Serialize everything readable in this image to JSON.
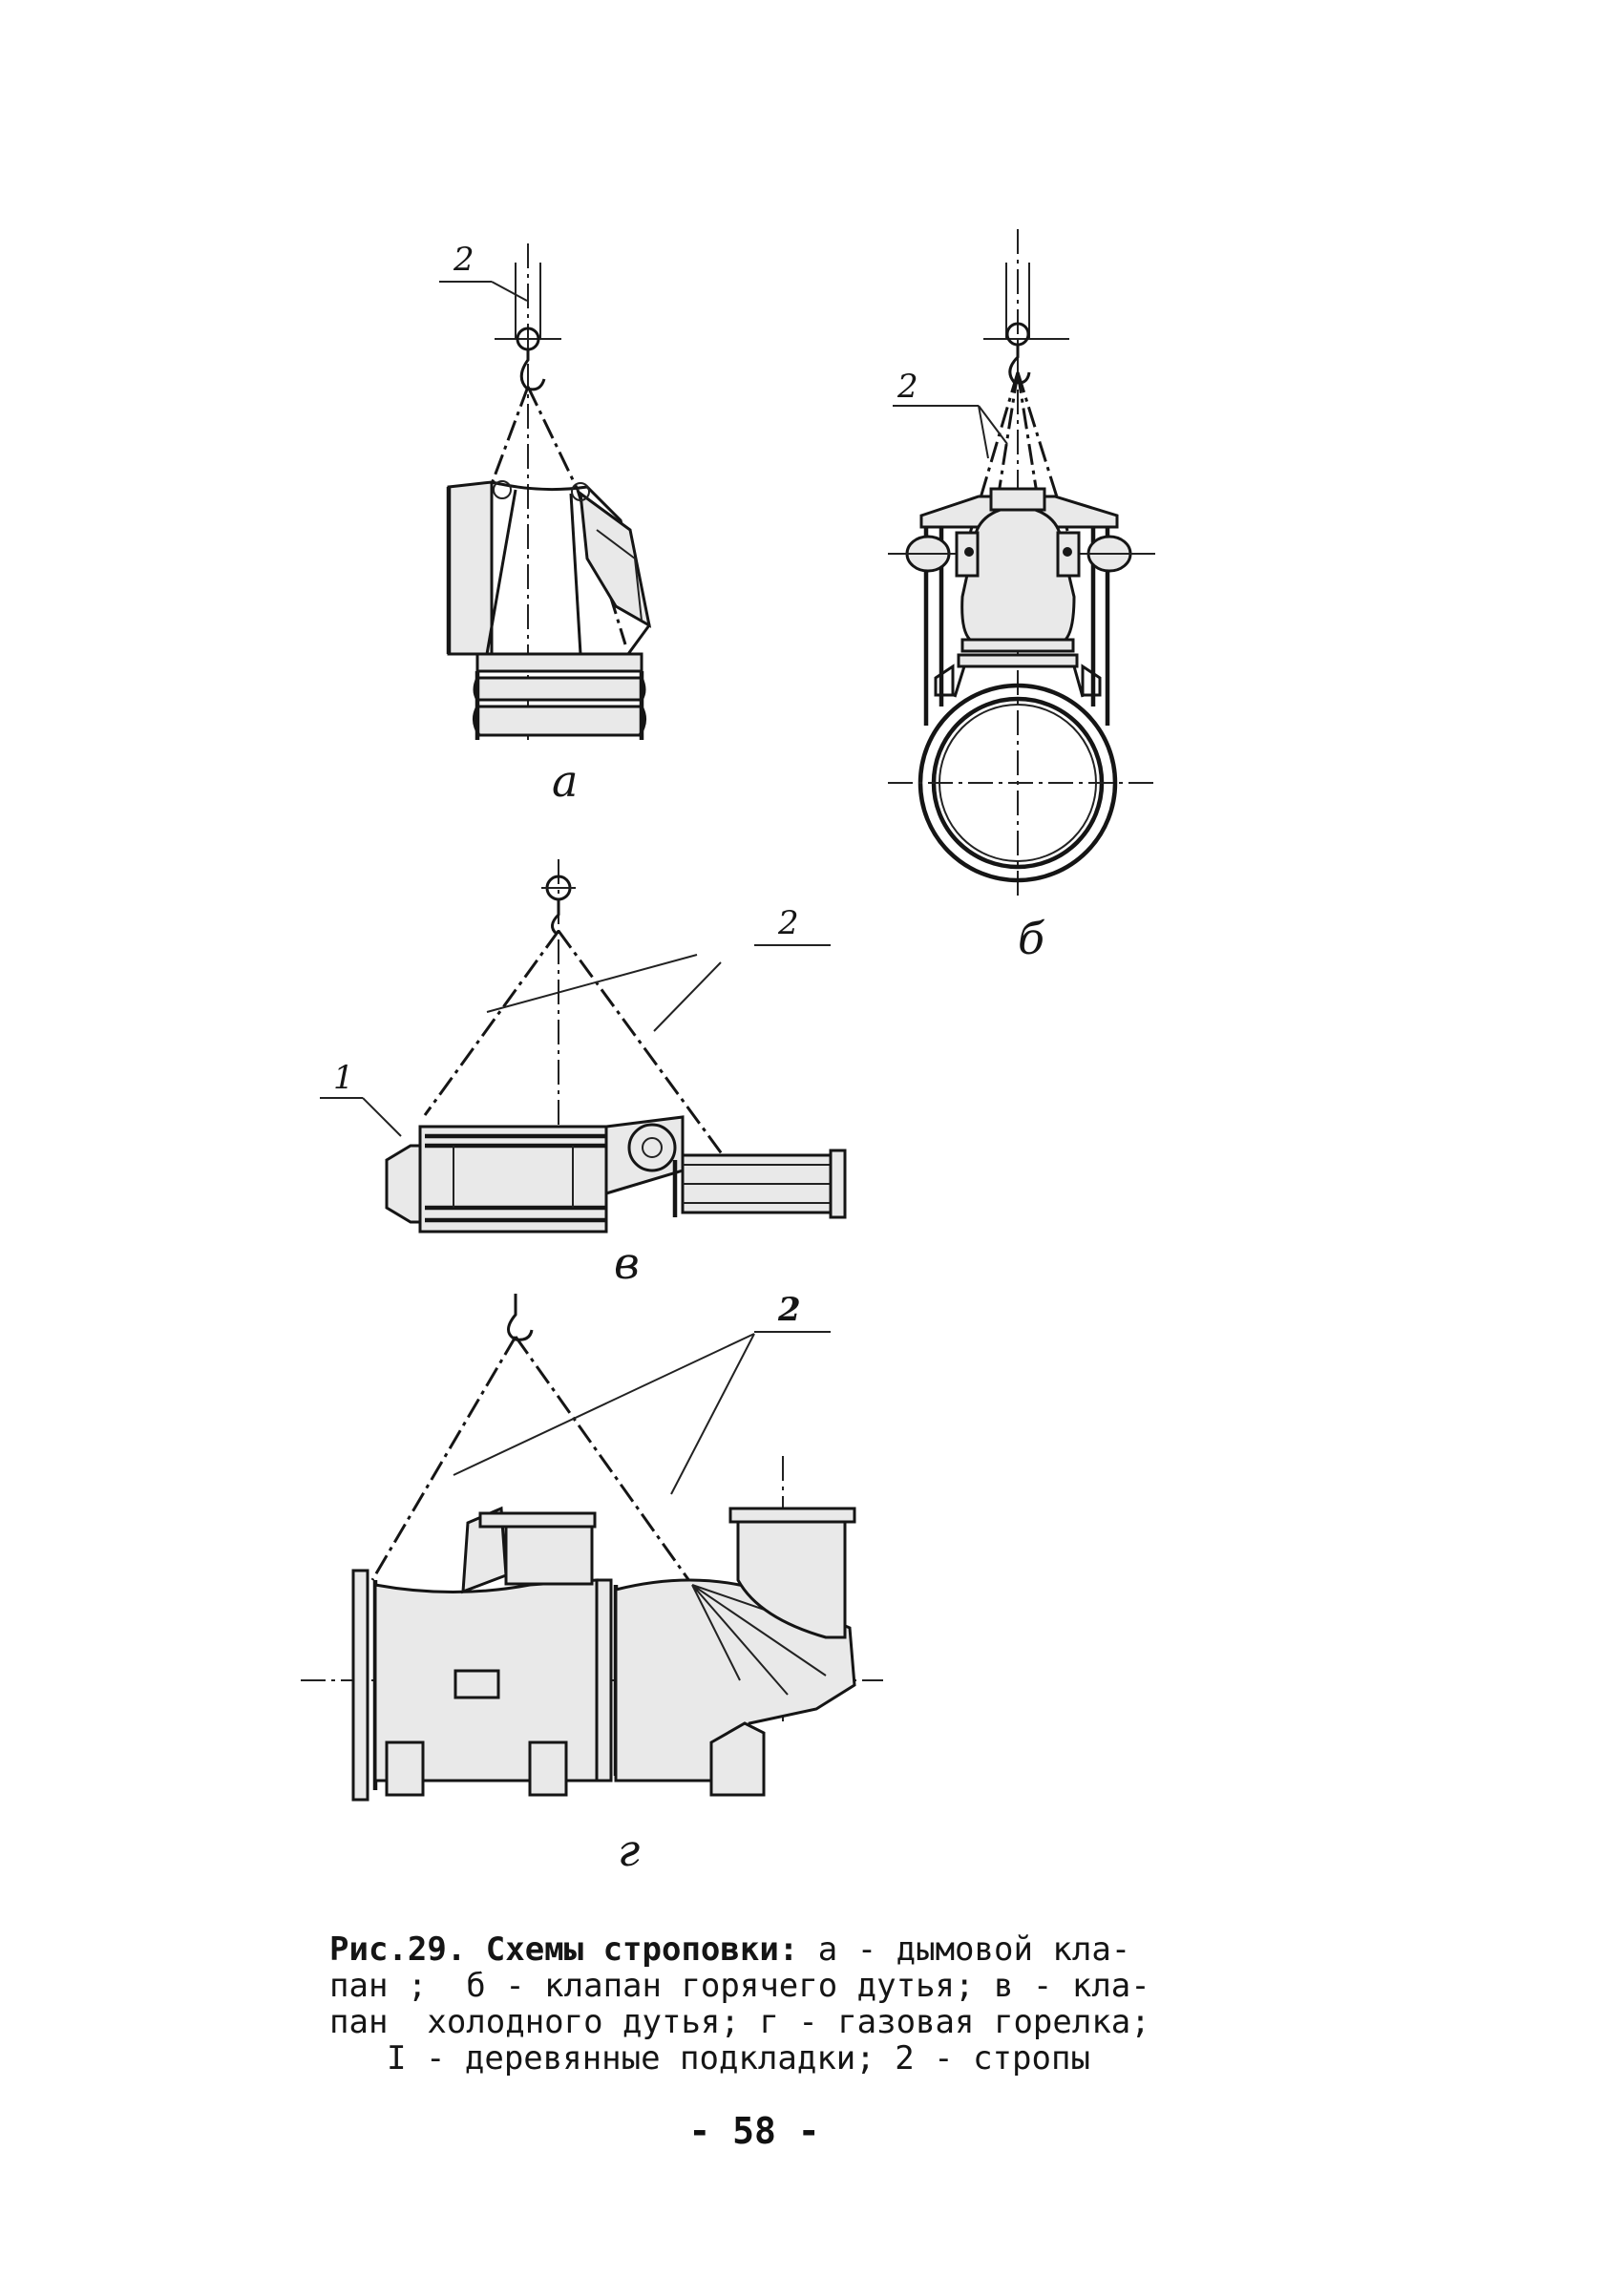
{
  "figures": [
    {
      "id": "a",
      "label": "а",
      "callouts": [
        {
          "text": "2"
        }
      ]
    },
    {
      "id": "b",
      "label": "б",
      "callouts": [
        {
          "text": "2"
        }
      ]
    },
    {
      "id": "v",
      "label": "в",
      "callouts": [
        {
          "text": "1"
        },
        {
          "text": "2"
        }
      ]
    },
    {
      "id": "g",
      "label": "г",
      "callouts": [
        {
          "text": "2"
        }
      ]
    }
  ],
  "caption": {
    "title": "Рис.29. Схемы строповки:",
    "line1_rest": " а - дымовой кла-",
    "line2": "пан ;  б - клапан горячего дутья; в - кла-",
    "line3": "пан  холодного дутья; г - газовая горелка;",
    "line4": "I - деревянные подкладки; 2 - стропы"
  },
  "page_number": "- 58 -"
}
